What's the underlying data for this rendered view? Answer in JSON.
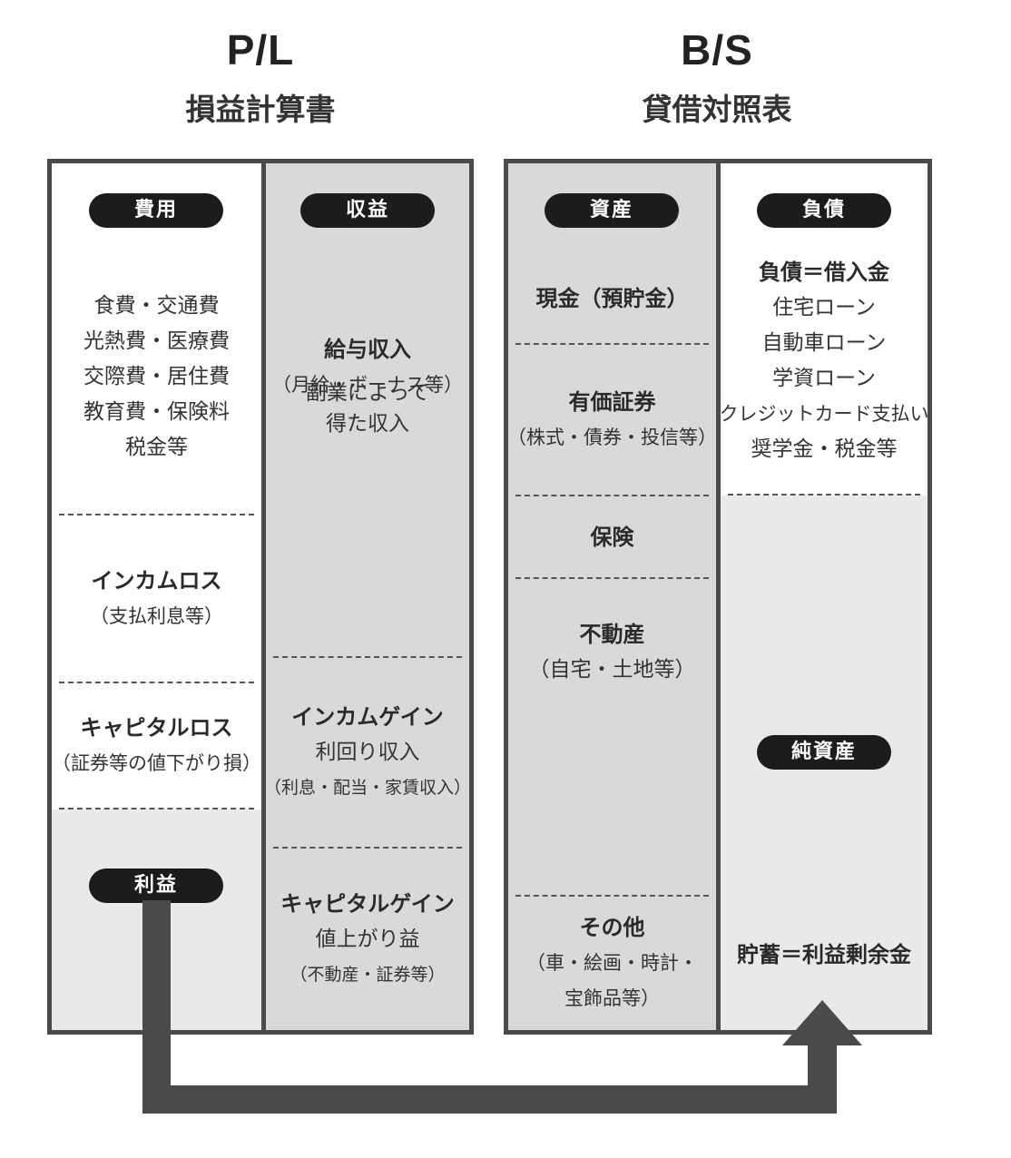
{
  "pl": {
    "title_en": "P/L",
    "title_ja": "損益計算書",
    "expenses": {
      "label": "費用",
      "items": [
        "食費・交通費",
        "光熱費・医療費",
        "交際費・居住費",
        "教育費・保険料",
        "税金等"
      ]
    },
    "income_loss": {
      "title": "インカムロス",
      "sub": "（支払利息等）"
    },
    "capital_loss": {
      "title": "キャピタルロス",
      "sub": "（証券等の値下がり損）"
    },
    "profit": {
      "label": "利益"
    },
    "revenue": {
      "label": "収益",
      "salary": {
        "title": "給与収入",
        "sub": "（月給・ボーナス等）",
        "side1": "副業によって",
        "side2": "得た収入"
      }
    },
    "income_gain": {
      "title": "インカムゲイン",
      "line2": "利回り収入",
      "sub": "（利息・配当・家賃収入）"
    },
    "capital_gain": {
      "title": "キャピタルゲイン",
      "line2": "値上がり益",
      "sub": "（不動産・証券等）"
    }
  },
  "bs": {
    "title_en": "B/S",
    "title_ja": "貸借対照表",
    "assets": {
      "label": "資産",
      "cash": "現金（預貯金）",
      "securities": {
        "title": "有価証券",
        "sub": "（株式・債券・投信等）"
      },
      "insurance": "保険",
      "real_estate": {
        "title": "不動産",
        "sub": "（自宅・土地等）"
      },
      "other": {
        "title": "その他",
        "sub1": "（車・絵画・時計・",
        "sub2": "宝飾品等）"
      }
    },
    "liabilities": {
      "label": "負債",
      "title": "負債＝借入金",
      "items": [
        "住宅ローン",
        "自動車ローン",
        "学資ローン",
        "クレジットカード支払い",
        "奨学金・税金等"
      ]
    },
    "net_assets": {
      "label": "純資産",
      "savings": "貯蓄＝利益剰余金"
    }
  },
  "colors": {
    "frame": "#4a4a4a",
    "white_area": "#ffffff",
    "light_gray": "#e9e9e9",
    "mid_gray": "#d9d9d9",
    "pill": "#1c1c1c",
    "arrow": "#4a4a4a"
  }
}
